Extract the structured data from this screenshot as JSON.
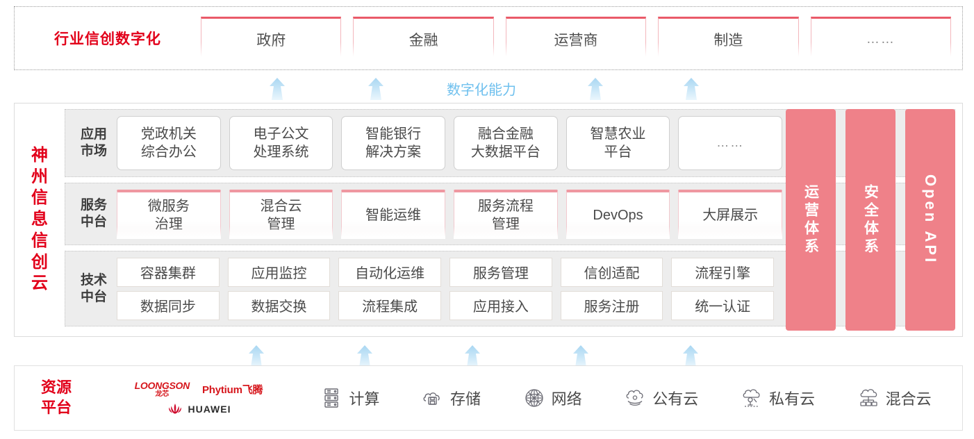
{
  "industry": {
    "title": "行业信创数字化",
    "boxes": [
      {
        "label": "政府"
      },
      {
        "label": "金融"
      },
      {
        "label": "运营商"
      },
      {
        "label": "制造"
      },
      {
        "label": "……"
      }
    ]
  },
  "capability_label": "数字化能力",
  "cloud": {
    "title_chars": [
      "神",
      "州",
      "信",
      "息",
      "信",
      "创",
      "云"
    ],
    "layers": [
      {
        "label": "应用\n市场",
        "label_line1": "应用",
        "label_line2": "市场",
        "cells": [
          {
            "line1": "党政机关",
            "line2": "综合办公"
          },
          {
            "line1": "电子公文",
            "line2": "处理系统"
          },
          {
            "line1": "智能银行",
            "line2": "解决方案"
          },
          {
            "line1": "融合金融",
            "line2": "大数据平台"
          },
          {
            "line1": "智慧农业",
            "line2": "平台"
          },
          {
            "line1": "……",
            "line2": ""
          }
        ]
      },
      {
        "label_line1": "服务",
        "label_line2": "中台",
        "cells": [
          {
            "line1": "微服务",
            "line2": "治理"
          },
          {
            "line1": "混合云",
            "line2": "管理"
          },
          {
            "line1": "智能运维",
            "line2": ""
          },
          {
            "line1": "服务流程",
            "line2": "管理"
          },
          {
            "line1": "DevOps",
            "line2": ""
          },
          {
            "line1": "大屏展示",
            "line2": ""
          }
        ]
      },
      {
        "label_line1": "技术",
        "label_line2": "中台",
        "row1": [
          "容器集群",
          "应用监控",
          "自动化运维",
          "服务管理",
          "信创适配",
          "流程引擎"
        ],
        "row2": [
          "数据同步",
          "数据交换",
          "流程集成",
          "应用接入",
          "服务注册",
          "统一认证"
        ]
      }
    ],
    "side_panels": [
      {
        "text": "运营体系",
        "latin": false
      },
      {
        "text": "安全体系",
        "latin": false
      },
      {
        "text": "Open API",
        "latin": true
      }
    ]
  },
  "resource": {
    "title_line1": "资源",
    "title_line2": "平台",
    "logos": {
      "loongson_en": "LOONGSON",
      "loongson_cn": "龙芯",
      "phytium": "Phytium飞腾",
      "huawei": "HUAWEI"
    },
    "items": [
      {
        "icon": "server-icon",
        "label": "计算"
      },
      {
        "icon": "cloud-storage-icon",
        "label": "存储"
      },
      {
        "icon": "network-icon",
        "label": "网络"
      },
      {
        "icon": "public-cloud-icon",
        "label": "公有云"
      },
      {
        "icon": "private-cloud-icon",
        "label": "私有云"
      },
      {
        "icon": "hybrid-cloud-icon",
        "label": "混合云"
      }
    ]
  },
  "colors": {
    "brand_red": "#e2001a",
    "pink_panel": "#ef8189",
    "pink_accent": "#ea5a69",
    "arrow_blue": "#b3dcf4",
    "capability_text": "#6fc0ee"
  }
}
